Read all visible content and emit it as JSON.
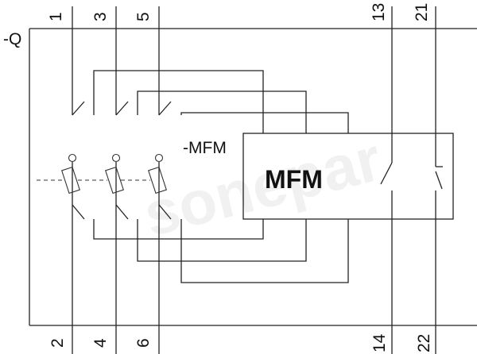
{
  "device_label": "-Q",
  "top_terminals": [
    "1",
    "3",
    "5",
    "13",
    "21"
  ],
  "bottom_terminals": [
    "2",
    "4",
    "6",
    "14",
    "22"
  ],
  "module_label": "-MFM",
  "module_text": "MFM",
  "watermark": "sonepar"
}
